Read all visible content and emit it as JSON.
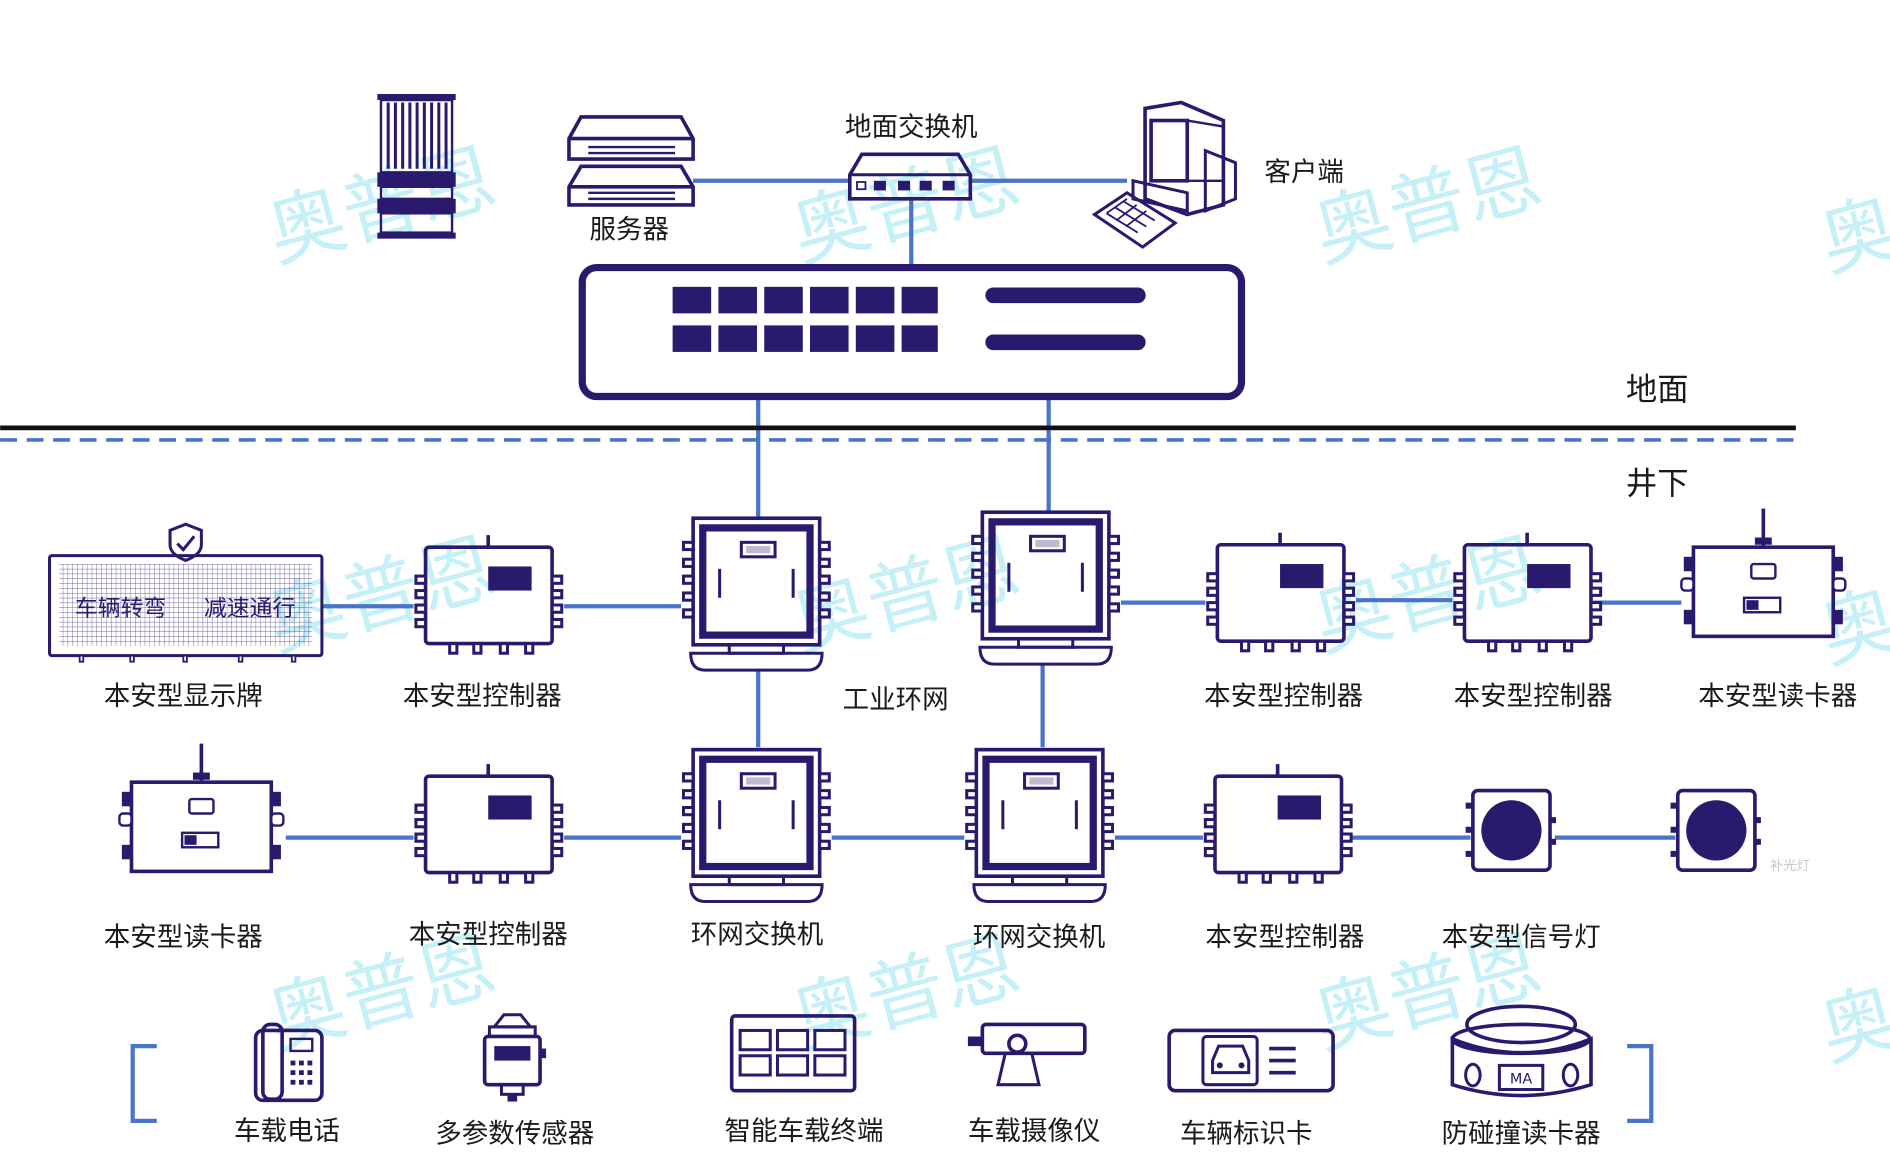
{
  "colors": {
    "device": "#2a1a6e",
    "link": "#4a74c9",
    "watermark": "#7fe0f0"
  },
  "watermark": "奥普恩",
  "zones": {
    "ground": "地面",
    "underground": "井下"
  },
  "ground": {
    "server": "服务器",
    "ground_switch": "地面交换机",
    "client": "客户端"
  },
  "display_board": {
    "label": "本安型显示牌",
    "text_left": "车辆转弯",
    "text_right": "减速通行"
  },
  "row1": {
    "controller_a": "本安型控制器",
    "ring_label": "工业环网",
    "controller_b": "本安型控制器",
    "controller_c": "本安型控制器",
    "card_reader": "本安型读卡器"
  },
  "row2": {
    "card_reader": "本安型读卡器",
    "controller_a": "本安型控制器",
    "ring_switch_a": "环网交换机",
    "ring_switch_b": "环网交换机",
    "controller_b": "本安型控制器",
    "signal_light": "本安型信号灯",
    "fill_light": "补光灯"
  },
  "vehicle_devices": [
    "车载电话",
    "多参数传感器",
    "智能车载终端",
    "车载摄像仪",
    "车辆标识卡",
    "防碰撞读卡器"
  ]
}
